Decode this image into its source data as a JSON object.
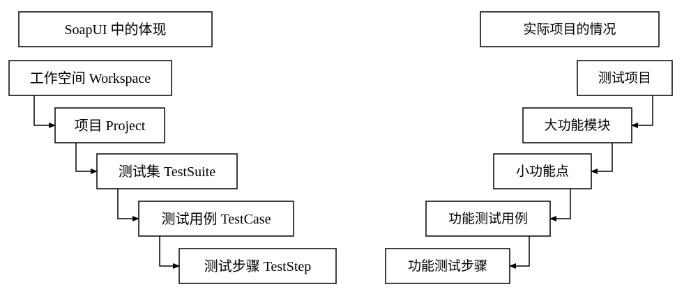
{
  "left": {
    "header": "SoapUI 中的体现",
    "items": [
      "工作空间 Workspace",
      "项目 Project",
      "测试集 TestSuite",
      "测试用例 TestCase",
      "测试步骤 TestStep"
    ]
  },
  "right": {
    "header": "实际项目的情况",
    "items": [
      "测试项目",
      "大功能模块",
      "小功能点",
      "功能测试用例",
      "功能测试步骤"
    ]
  }
}
